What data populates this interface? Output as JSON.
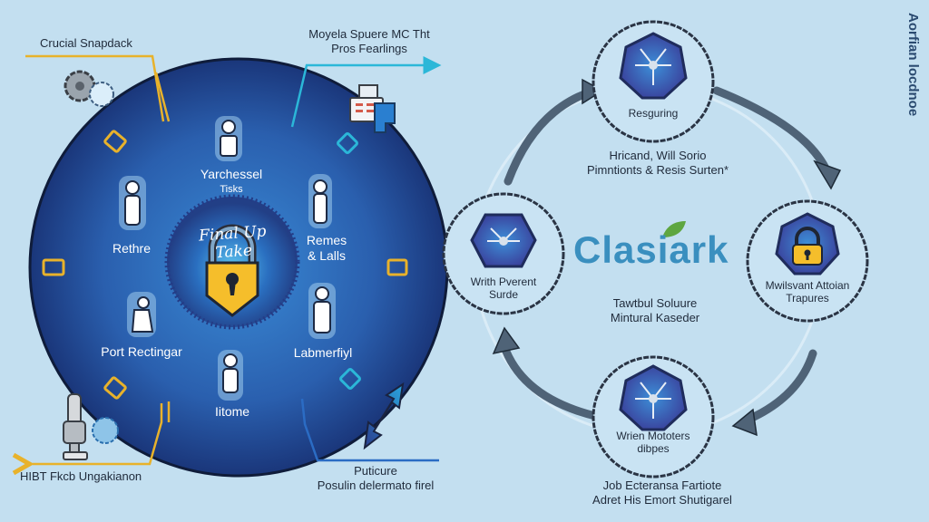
{
  "colors": {
    "background": "#c3dff0",
    "disc_dark": "#1c3b7c",
    "disc_light": "#2f74c2",
    "lock_yellow": "#f5be2b",
    "accent_orange": "#e8b22b",
    "accent_cyan": "#2bb7d8",
    "arrow_gray": "#4f6377",
    "brand_blue": "#3a8fbf",
    "leaf_green": "#5ea640"
  },
  "left_panel": {
    "callouts": {
      "top_left": "Crucial Snapdack",
      "top_right_line1": "Moyela Spuere MC Tht",
      "top_right_line2": "Pros Fearlings",
      "bottom_left": "HIBT Fkcb Ungakianon",
      "bottom_right_line1": "Puticure",
      "bottom_right_line2": "Posulin delermato firel"
    },
    "center": {
      "arc_text": "Final Up Take",
      "icon": "padlock-icon"
    },
    "people": [
      {
        "label_line1": "Yarchessel",
        "label_line2": "Tisks",
        "icon": "person-icon"
      },
      {
        "label_line1": "Rethre",
        "label_line2": "",
        "icon": "person-icon"
      },
      {
        "label_line1": "Remes",
        "label_line2": "& Lalls",
        "icon": "person-icon"
      },
      {
        "label_line1": "Port Rectingar",
        "label_line2": "",
        "icon": "person-icon"
      },
      {
        "label_line1": "Labmerfiyl",
        "label_line2": "",
        "icon": "person-icon"
      },
      {
        "label_line1": "Iitome",
        "label_line2": "",
        "icon": "person-icon"
      }
    ]
  },
  "right_panel": {
    "brand": "Clasiark",
    "vertical_text": "Aorfian locdnoe",
    "top_caption_line1": "Hricand, Will Sorio",
    "top_caption_line2": "Pimntionts & Resis Surten*",
    "center_caption_line1": "Tawtbul Soluure",
    "center_caption_line2": "Mintural Kaseder",
    "bottom_caption_line1": "Job Ecteransa Fartiote",
    "bottom_caption_line2": "Adret His Emort Shutigarel",
    "nodes": [
      {
        "label_line1": "Resguring",
        "label_line2": "",
        "icon": "network-icon"
      },
      {
        "label_line1": "Mwilsvant Attoian",
        "label_line2": "Trapures",
        "icon": "padlock-icon"
      },
      {
        "label_line1": "Wrien Mototers",
        "label_line2": "dibpes",
        "icon": "network-icon"
      },
      {
        "label_line1": "Writh Pverent",
        "label_line2": "Surde",
        "icon": "network-icon"
      }
    ]
  }
}
